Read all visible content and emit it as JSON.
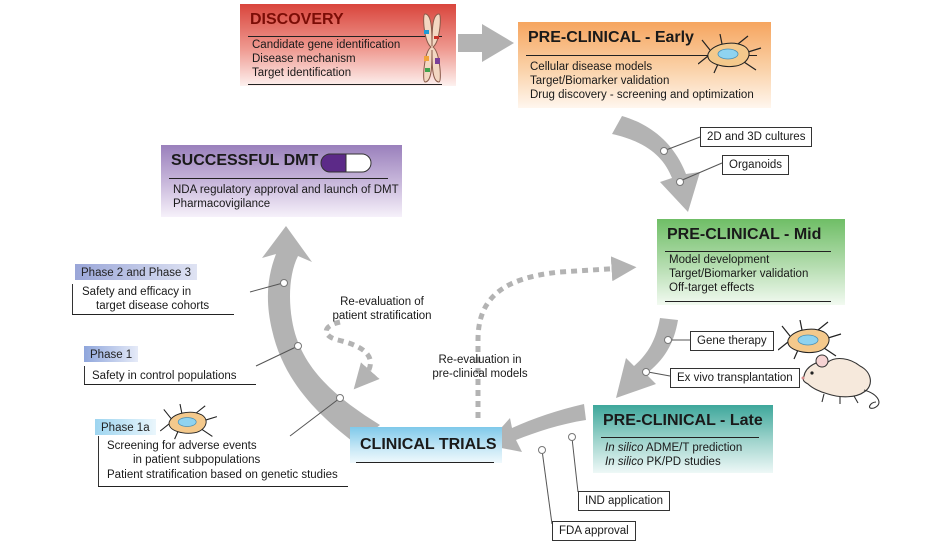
{
  "discovery": {
    "title": "DISCOVERY",
    "items": [
      "Candidate gene identification",
      "Disease mechanism",
      "Target identification"
    ]
  },
  "preclinical_early": {
    "title": "PRE-CLINICAL - Early",
    "items": [
      "Cellular disease models",
      "Target/Biomarker validation",
      "Drug discovery - screening and optimization"
    ]
  },
  "successful_dmt": {
    "title": "SUCCESSFUL DMT",
    "items": [
      "NDA regulatory approval and launch of DMT",
      "Pharmacovigilance"
    ]
  },
  "preclinical_mid": {
    "title": "PRE-CLINICAL - Mid",
    "items": [
      "Model development",
      "Target/Biomarker validation",
      "Off-target effects"
    ]
  },
  "preclinical_late": {
    "title": "PRE-CLINICAL - Late",
    "items": [
      {
        "italic": "In silico",
        "rest": " ADME/T prediction"
      },
      {
        "italic": "In silico",
        "rest": " PK/PD studies"
      }
    ]
  },
  "clinical_trials": {
    "title": "CLINICAL TRIALS"
  },
  "callouts": {
    "cultures": "2D and 3D cultures",
    "organoids": "Organoids",
    "gene_therapy": "Gene therapy",
    "ex_vivo": "Ex vivo transplantation",
    "ind": "IND application",
    "fda": "FDA approval"
  },
  "phases": {
    "phase23": {
      "label": "Phase 2 and Phase 3",
      "lines": [
        "Safety and efficacy in",
        "target disease cohorts"
      ]
    },
    "phase1": {
      "label": "Phase 1",
      "lines": [
        "Safety in control populations"
      ]
    },
    "phase1a": {
      "label": "Phase 1a",
      "lines": [
        "Screening for adverse events",
        "in patient subpopulations",
        "Patient stratification based on genetic studies"
      ]
    }
  },
  "reevaluation": {
    "stratification": [
      "Re-evaluation of",
      "patient stratification"
    ],
    "models": [
      "Re-evaluation in",
      "pre-clinical models"
    ]
  },
  "icons": [
    "chromosome-icon",
    "neuron-cell-icon",
    "capsule-icon",
    "mouse-icon"
  ],
  "colors": {
    "discovery": "#d9453c",
    "preclinical_early": "#f6a55f",
    "successful_dmt": "#9a80bc",
    "preclinical_mid": "#6fbe66",
    "preclinical_late": "#3ea79b",
    "clinical_trials": "#7fc9ea",
    "arrow": "#b3b3b3"
  }
}
